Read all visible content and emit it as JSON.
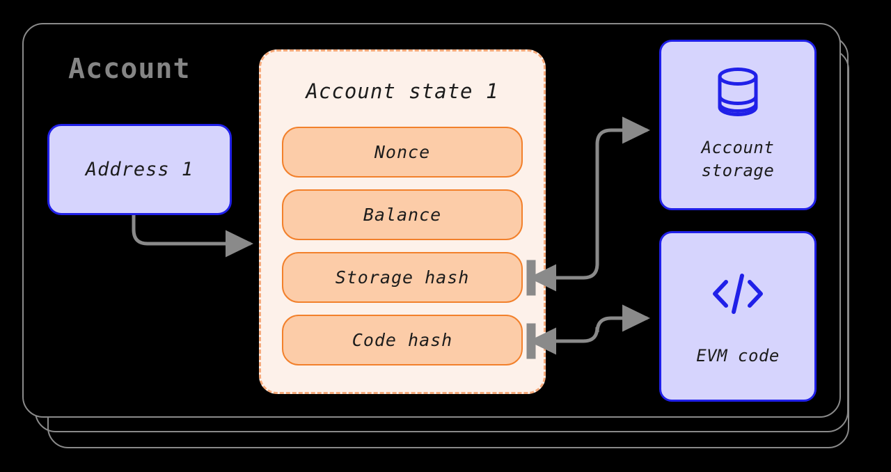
{
  "diagram": {
    "title": "Account",
    "background_color": "#000000",
    "frame_color": "#8a8a8a",
    "connector_color": "#8a8a8a"
  },
  "address": {
    "label": "Address 1",
    "fill_color": "#D6D4FD",
    "border_color": "#2020E8"
  },
  "account_state": {
    "title": "Account state 1",
    "panel_fill": "#FDF1EA",
    "panel_border": "#F5A97A",
    "pill_fill": "#FCCCA8",
    "pill_border": "#F2802B",
    "fields": [
      {
        "label": "Nonce"
      },
      {
        "label": "Balance"
      },
      {
        "label": "Storage hash"
      },
      {
        "label": "Code hash"
      }
    ]
  },
  "external": [
    {
      "id": "account-storage",
      "icon": "database-icon",
      "label": "Account\nstorage",
      "label_line1": "Account",
      "label_line2": "storage",
      "fill_color": "#D6D4FD",
      "border_color": "#2020E8"
    },
    {
      "id": "evm-code",
      "icon": "code-brackets-icon",
      "label": "EVM code",
      "fill_color": "#D6D4FD",
      "border_color": "#2020E8"
    }
  ],
  "connectors": [
    {
      "from": "Address 1",
      "to": "Account state 1",
      "direction": "one-way"
    },
    {
      "from": "Storage hash",
      "to": "Account storage",
      "direction": "two-way"
    },
    {
      "from": "Code hash",
      "to": "EVM code",
      "direction": "two-way"
    }
  ]
}
